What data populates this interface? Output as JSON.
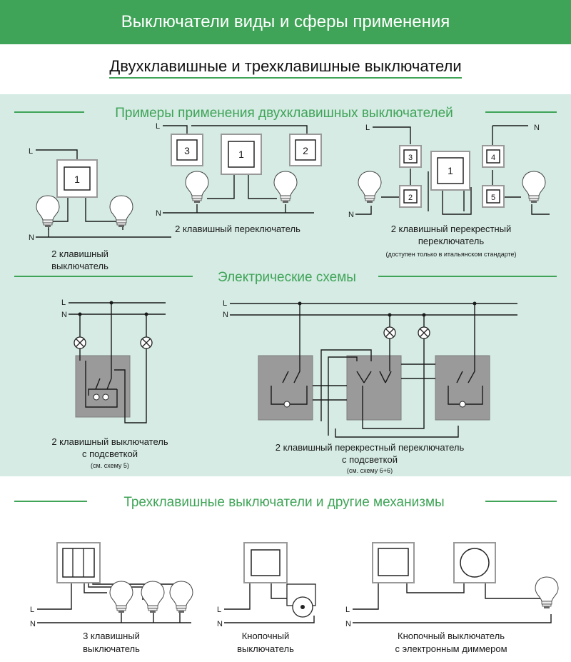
{
  "header": {
    "title": "Выключатели виды и сферы применения"
  },
  "subtitle": "Двухклавишные и трехклавишные выключатели",
  "sections": {
    "examples": "Примеры применения двухклавишных выключателей",
    "schemes": "Электрические схемы",
    "three_key": "Трехклавишные выключатели и другие механизмы"
  },
  "wire_labels": {
    "L": "L",
    "N": "N"
  },
  "key_numbers": [
    "1",
    "2",
    "3",
    "4",
    "5"
  ],
  "captions": {
    "two_key_line1": "2 клавишный",
    "two_key_line2": "выключатель",
    "two_key_switch": "2 клавишный переключатель",
    "cross_line1": "2 клавишный перекрестный",
    "cross_line2": "переключатель",
    "cross_note": "(доступен только в итальянском стандарте)",
    "backlit_line1": "2 клавишный выключатель",
    "backlit_line2": "с подсветкой",
    "backlit_note": "(см. схему 5)",
    "cross_backlit_line1": "2 клавишный перекрестный переключатель",
    "cross_backlit_line2": "с подсветкой",
    "cross_backlit_note": "(см. схему 6+6)",
    "three_key_line1": "3 клавишный",
    "three_key_line2": "выключатель",
    "push_line1": "Кнопочный",
    "push_line2": "выключатель",
    "dimmer_line1": "Кнопочный выключатель",
    "dimmer_line2": "с электронным диммером"
  },
  "colors": {
    "accent": "#3fa457",
    "panel": "#d5ebe4",
    "switch_box": "#9a9a9a"
  },
  "icons": [
    "bulb-icon",
    "lamp-symbol-icon",
    "bell-icon",
    "dimmer-knob-icon"
  ]
}
